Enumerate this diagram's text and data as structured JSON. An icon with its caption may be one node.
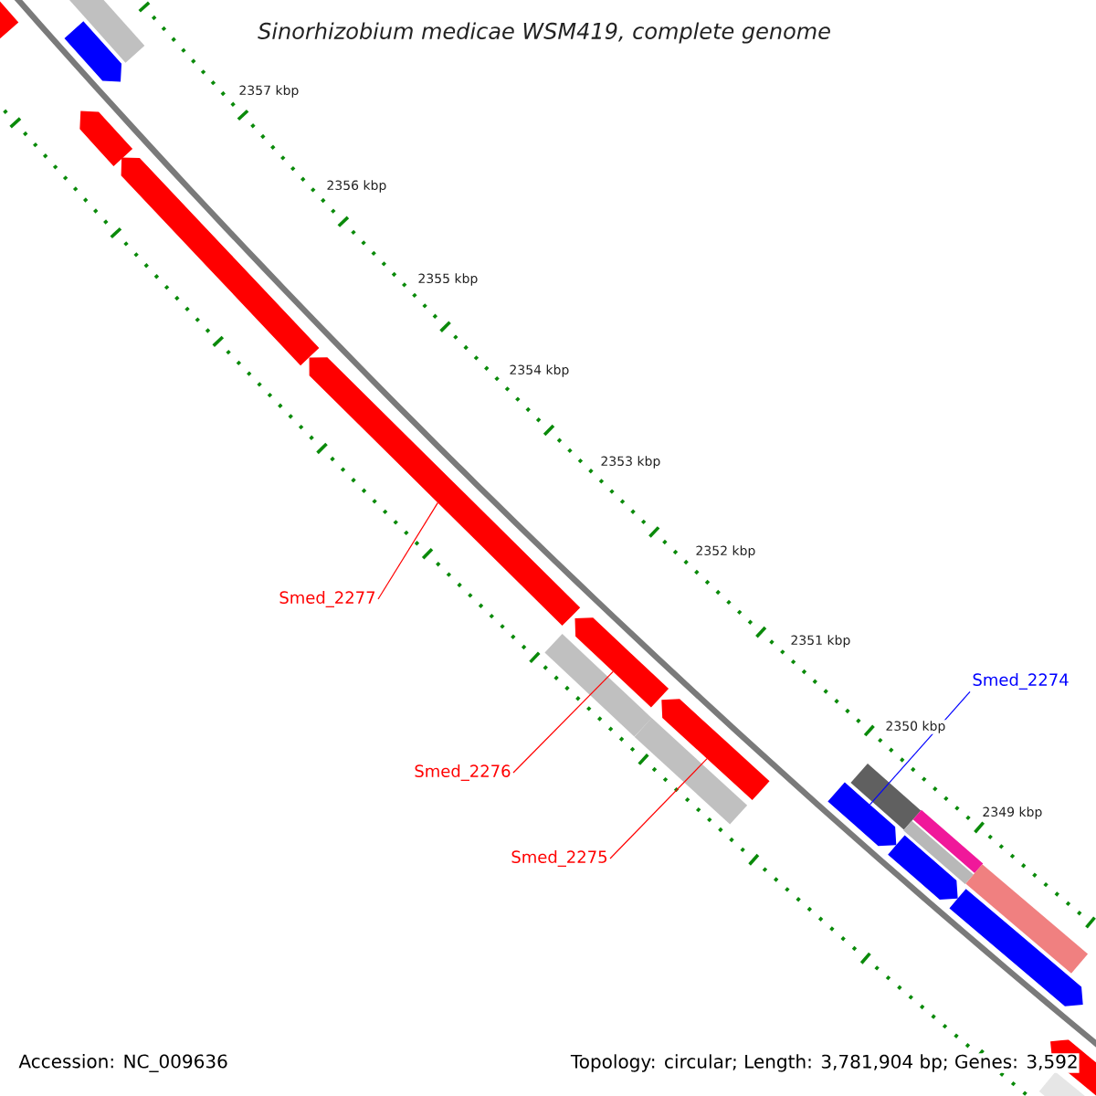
{
  "diagram": {
    "title": "Sinorhizobium medicae WSM419, complete genome",
    "nodes": [
      {
        "text": [],
        "shape": "bar"
      },
      {
        "text": [],
        "shape": "bar"
      },
      {
        "text": [],
        "shape": "bar"
      },
      {
        "text": [],
        "shape": "bar"
      },
      {
        "text": [],
        "shape": "bar"
      },
      {
        "text": [],
        "shape": "bar"
      },
      {
        "text": [],
        "shape": "bar"
      },
      {
        "text": [],
        "shape": "bar"
      },
      {
        "text": [],
        "shape": "bar"
      },
      {
        "text": [],
        "shape": "bar"
      },
      {
        "text": [],
        "shape": "bar"
      },
      {
        "text": [],
        "shape": "bar"
      },
      {
        "text": [],
        "shape": "bar"
      },
      {
        "text": [],
        "shape": "bar"
      },
      {
        "text": [],
        "shape": "bar"
      },
      {
        "text": [],
        "shape": "bar"
      },
      {
        "text": [],
        "shape": "bar"
      },
      {
        "text": [],
        "shape": "bar"
      },
      {
        "text": [],
        "shape": "bar"
      },
      {
        "text": [
          "Smed_2277"
        ]
      },
      {
        "text": [
          "Smed_2276"
        ]
      },
      {
        "text": [
          "Smed_2275"
        ]
      },
      {
        "text": [
          "Smed_2274"
        ]
      }
    ],
    "edges": [
      {
        "from": 19,
        "to": 5,
        "arrow": "none"
      },
      {
        "from": 20,
        "to": 6,
        "arrow": "none"
      },
      {
        "from": 21,
        "to": 7,
        "arrow": "none"
      },
      {
        "from": 22,
        "to": 10,
        "arrow": "none",
        "color": "#0000ff"
      }
    ],
    "labels": [
      "2357 kbp",
      "2356 kbp",
      "2355 kbp",
      "2354 kbp",
      "2353 kbp",
      "2352 kbp",
      "2351 kbp",
      "2350 kbp",
      "2349 kbp",
      "Accession: NC_009636",
      "Topology: circular; Length: 3,781,904 bp; Genes: 3,592"
    ]
  }
}
